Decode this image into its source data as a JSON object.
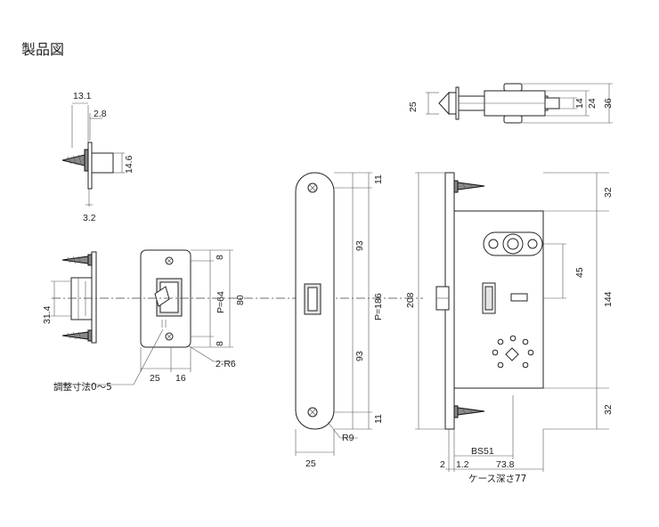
{
  "title": "製品図",
  "strike_side": {
    "dim_top_width": "13.1",
    "dim_plate_thickness": "2.8",
    "dim_box_height": "14.6",
    "dim_bottom": "3.2"
  },
  "strike_section": {
    "dim_pitch": "31.4"
  },
  "strike_front": {
    "dim_top_margin": "8",
    "dim_pitch": "P=64",
    "dim_height": "80",
    "dim_bottom_margin": "8",
    "dim_corner_radius": "2-R6",
    "adjust_note": "調整寸法0〜5",
    "dim_width": "25",
    "dim_offset": "16"
  },
  "front_plate": {
    "dim_top": "11",
    "dim_upper": "93",
    "dim_pitch": "P=186",
    "dim_lower": "93",
    "dim_bottom": "11",
    "dim_radius": "R9",
    "dim_width": "25"
  },
  "lock_top": {
    "dim_latch_height": "25",
    "dim_inner": "14",
    "dim_mid": "24",
    "dim_outer": "36"
  },
  "lock_body": {
    "dim_total_height": "208",
    "dim_top": "32",
    "dim_cylinder": "45",
    "dim_case": "144",
    "dim_bottom": "32",
    "dim_backset": "BS51",
    "dim_front_thickness": "2",
    "dim_front_offset": "1.2",
    "dim_case_body": "73.8",
    "dim_case_depth": "ケース深さ77"
  }
}
